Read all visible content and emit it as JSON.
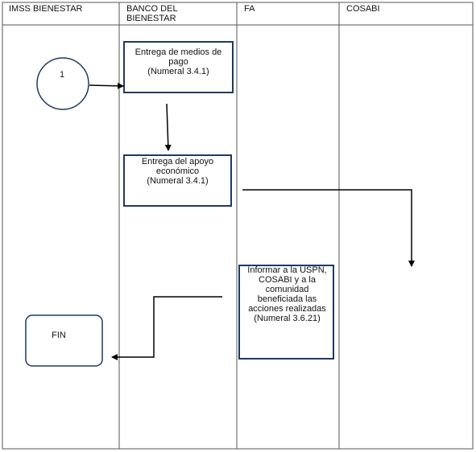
{
  "lanes": [
    {
      "name": "IMSS BIENESTAR"
    },
    {
      "name_line1": "BANCO DEL",
      "name_line2": "BIENESTAR"
    },
    {
      "name": "FA"
    },
    {
      "name": "COSABI"
    }
  ],
  "connector": {
    "label": "1"
  },
  "boxes": {
    "entrega_medios": {
      "line1": "Entrega de medios de",
      "line2": "pago",
      "line3": "(Numeral 3.4.1)"
    },
    "entrega_apoyo": {
      "line1": "Entrega del apoyo",
      "line2": "económico",
      "line3": "(Numeral 3.4.1)"
    },
    "informar": {
      "line1": "Informar a la USPN,",
      "line2": "COSABI y a la",
      "line3": "comunidad",
      "line4": "beneficiada las",
      "line5": "acciones realizadas",
      "line6": "(Numeral 3.6.21)"
    },
    "fin": {
      "label": "FIN"
    }
  }
}
